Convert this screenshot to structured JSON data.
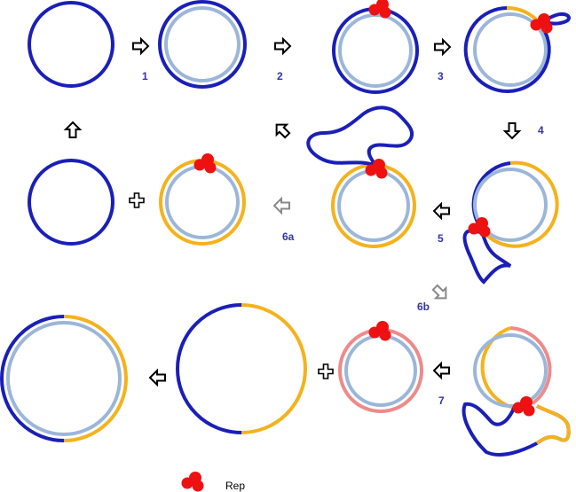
{
  "labels": {
    "step1": "1",
    "step2": "2",
    "step3": "3",
    "step4": "4",
    "step5": "5",
    "step6a": "6a",
    "step6b": "6b",
    "step7": "7"
  },
  "legend": {
    "rep_label": "Rep"
  },
  "colors": {
    "dark_blue": "#1a1fb8",
    "light_blue": "#9bb6d8",
    "orange": "#f4b21c",
    "pink": "#ee8a8a",
    "red": "#ee1111",
    "arrow_gray": "#888888"
  }
}
